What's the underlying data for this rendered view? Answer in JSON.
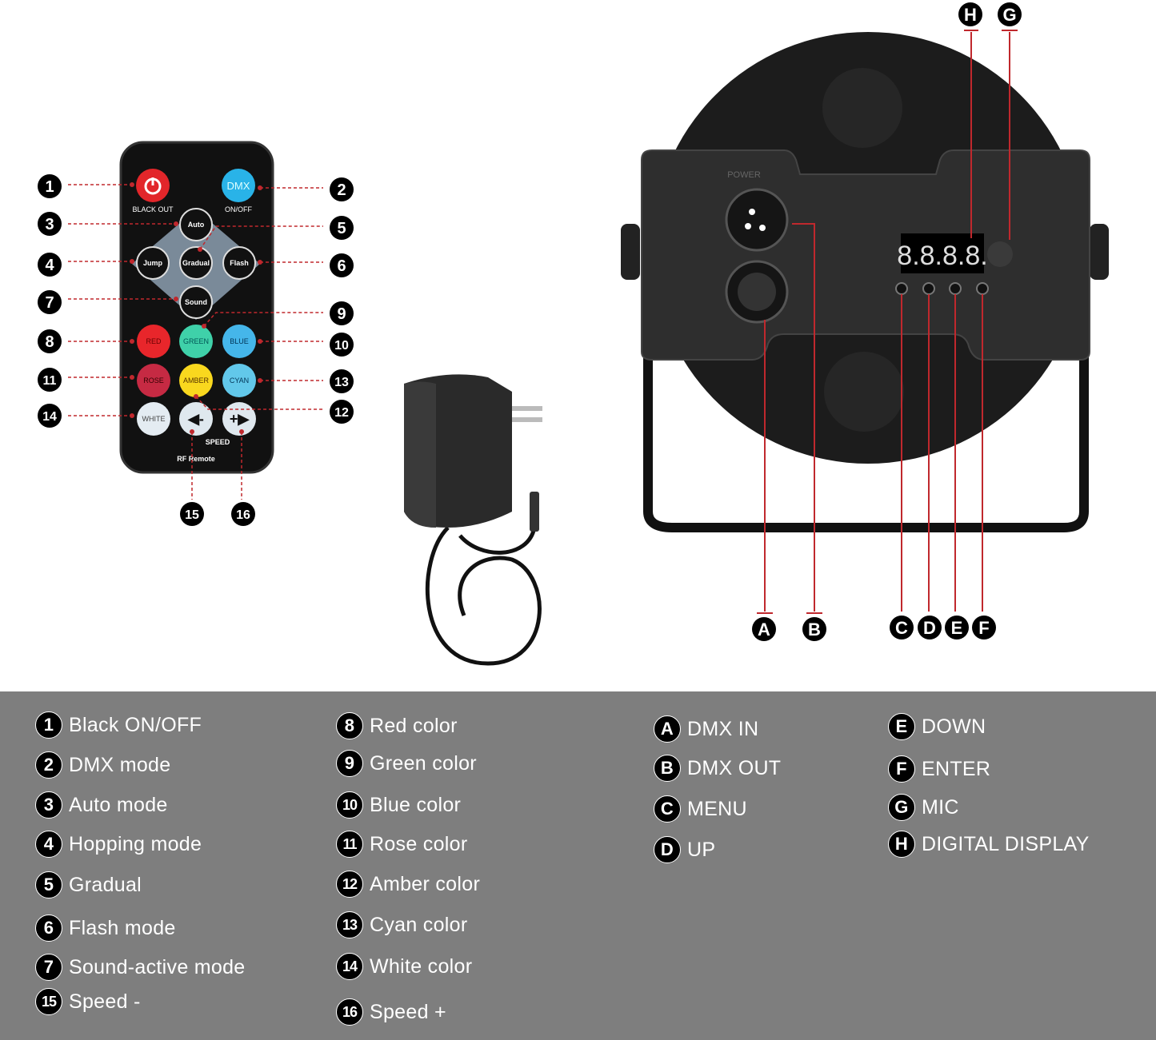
{
  "remote": {
    "buttons": {
      "blackout_sub": "BLACK OUT",
      "dmx": "DMX",
      "dmx_sub": "ON/OFF",
      "auto": "Auto",
      "jump": "Jump",
      "gradual": "Gradual",
      "flash": "Flash",
      "sound": "Sound",
      "red": "RED",
      "green": "GREEN",
      "blue": "BLUE",
      "rose": "ROSE",
      "amber": "AMBER",
      "cyan": "CYAN",
      "white": "WHITE",
      "speed": "SPEED",
      "brand": "RF Remote"
    },
    "callouts": [
      "1",
      "2",
      "3",
      "4",
      "5",
      "6",
      "7",
      "8",
      "9",
      "10",
      "11",
      "12",
      "13",
      "14",
      "15",
      "16"
    ]
  },
  "device": {
    "power_label": "POWER",
    "display": "8.8.8.8.",
    "callouts": [
      "A",
      "B",
      "C",
      "D",
      "E",
      "F",
      "G",
      "H"
    ]
  },
  "colors": {
    "callout_line": "#c0282d",
    "legend_bg": "#7e7e7e"
  },
  "legend": {
    "col1": [
      {
        "badge": "1",
        "label": "Black ON/OFF"
      },
      {
        "badge": "2",
        "label": "DMX mode"
      },
      {
        "badge": "3",
        "label": "Auto mode"
      },
      {
        "badge": "4",
        "label": "Hopping mode"
      },
      {
        "badge": "5",
        "label": "Gradual"
      },
      {
        "badge": "6",
        "label": "Flash mode"
      },
      {
        "badge": "7",
        "label": "Sound-active mode"
      },
      {
        "badge": "15",
        "label": "Speed -"
      }
    ],
    "col2": [
      {
        "badge": "8",
        "label": "Red color"
      },
      {
        "badge": "9",
        "label": "Green color"
      },
      {
        "badge": "10",
        "label": "Blue color"
      },
      {
        "badge": "11",
        "label": "Rose color"
      },
      {
        "badge": "12",
        "label": "Amber color"
      },
      {
        "badge": "13",
        "label": "Cyan color"
      },
      {
        "badge": "14",
        "label": "White color"
      },
      {
        "badge": "16",
        "label": "Speed +"
      }
    ],
    "col3": [
      {
        "badge": "A",
        "label": "DMX IN"
      },
      {
        "badge": "B",
        "label": "DMX OUT"
      },
      {
        "badge": "C",
        "label": "MENU"
      },
      {
        "badge": "D",
        "label": "UP"
      }
    ],
    "col4": [
      {
        "badge": "E",
        "label": "DOWN"
      },
      {
        "badge": "F",
        "label": "ENTER"
      },
      {
        "badge": "G",
        "label": "MIC"
      },
      {
        "badge": "H",
        "label": "DIGITAL DISPLAY"
      }
    ]
  }
}
